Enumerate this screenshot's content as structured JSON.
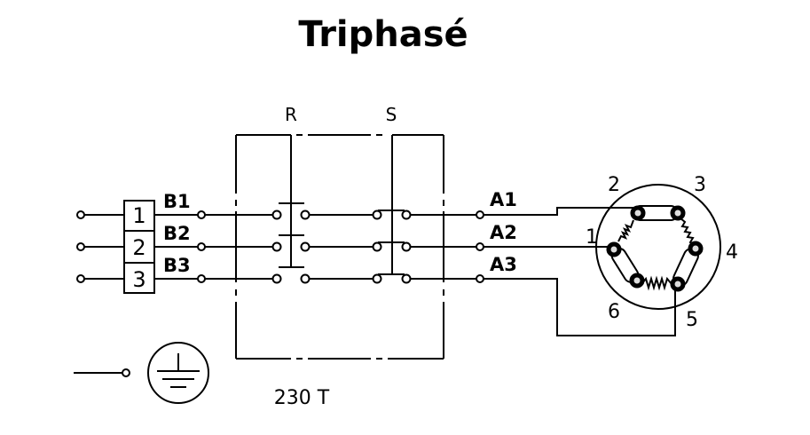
{
  "title": "Triphasé",
  "supply": {
    "terminal_block": [
      "1",
      "2",
      "3"
    ],
    "line_labels": [
      "B1",
      "B2",
      "B3"
    ]
  },
  "switch_unit": {
    "switch_r_label": "R",
    "switch_s_label": "S",
    "rating_label": "230 T"
  },
  "motor": {
    "line_labels": [
      "A1",
      "A2",
      "A3"
    ],
    "terminal_numbers": [
      "1",
      "2",
      "3",
      "4",
      "5",
      "6"
    ]
  },
  "ground": {
    "symbol": "protective-earth-icon"
  }
}
